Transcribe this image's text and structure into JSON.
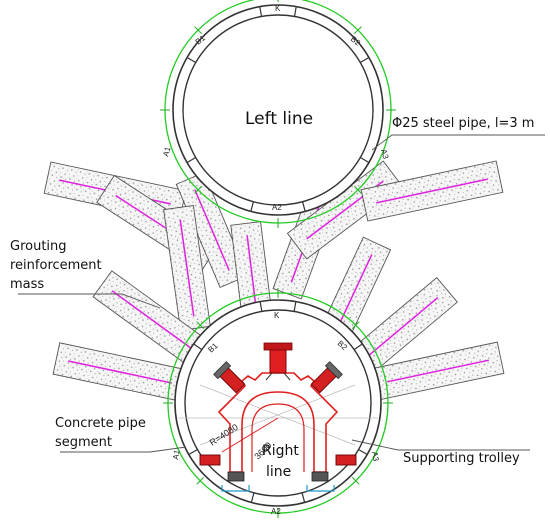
{
  "labels": {
    "left_line": "Left line",
    "steel_pipe": "Φ25 steel pipe, l=3 m",
    "grouting_1": "Grouting",
    "grouting_2": "reinforcement",
    "grouting_3": "mass",
    "concrete_1": "Concrete pipe",
    "concrete_2": "segment",
    "right_line_1": "Right",
    "right_line_2": "line",
    "supporting_trolley": "Supporting trolley"
  },
  "segment_labels": {
    "upper_k": "K",
    "upper_b1": "B1",
    "upper_b2": "B2",
    "upper_a1": "A1",
    "upper_a3": "A3",
    "upper_a2": "A2",
    "lower_k": "K",
    "lower_b1": "B1",
    "lower_b2": "B2",
    "lower_a1": "A1",
    "lower_a3": "A3",
    "lower_a2": "A2"
  },
  "dimensions": {
    "radius": "R=4080",
    "length": "3600"
  },
  "colors": {
    "ring_outline": "#333333",
    "ring_green": "#22cc22",
    "steel_pipe": "#e020e0",
    "trolley": "#e02020",
    "grout_fill": "#f4f4f4",
    "grout_dots": "#9a9a9a",
    "bracket": "#2299cc",
    "leader": "#555555"
  }
}
